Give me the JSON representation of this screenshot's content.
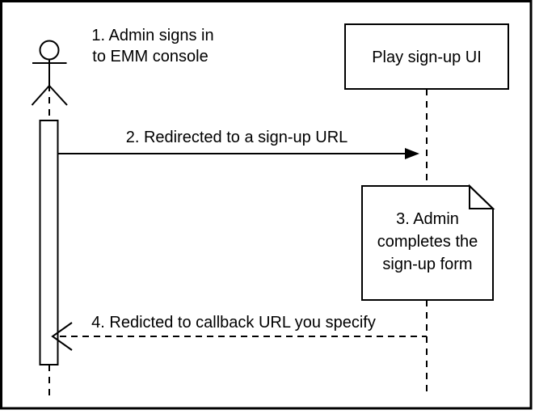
{
  "diagram": {
    "type": "sequence-diagram",
    "actor": {
      "annotation": [
        "1. Admin signs in",
        "to EMM console"
      ]
    },
    "participant": {
      "label": "Play sign-up UI"
    },
    "messages": [
      {
        "label": "2. Redirected to a sign-up URL",
        "line": "solid",
        "from": "admin-actor",
        "to": "play-signup-ui"
      },
      {
        "label": "4. Redicted to callback URL you specify",
        "line": "dashed",
        "from": "play-signup-ui",
        "to": "admin-actor"
      }
    ],
    "note": {
      "lines": [
        "3. Admin",
        "completes the",
        "sign-up form"
      ]
    }
  },
  "colors": {
    "stroke": "#000000",
    "background": "#ffffff",
    "note_fill": "#ffffff",
    "note_fold": "#f2f2f2"
  }
}
